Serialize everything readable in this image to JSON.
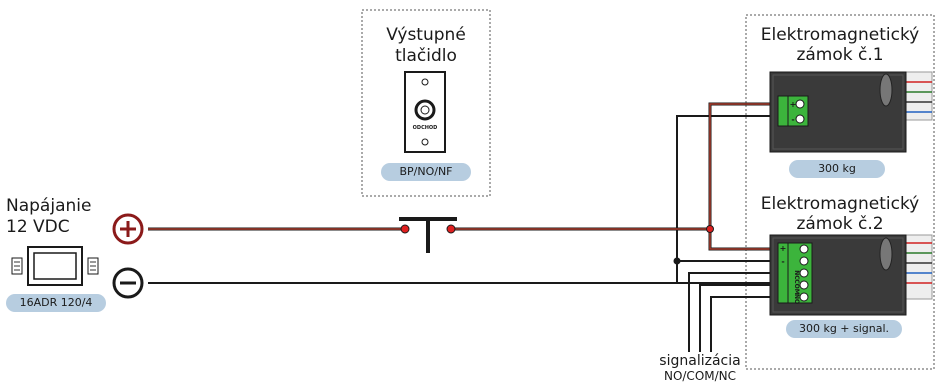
{
  "power_supply": {
    "title_line1": "Napájanie",
    "title_line2": "12 VDC",
    "model": "16ADR 120/4"
  },
  "terminals": {
    "plus": "+",
    "minus": "−"
  },
  "exit_button": {
    "title_line1": "Výstupné",
    "title_line2": "tlačidlo",
    "plate_text": "ODCHOD",
    "type": "BP/NO/NF"
  },
  "lock1": {
    "title_line1": "Elektromagnetický",
    "title_line2": "zámok č.1",
    "rating": "300 kg",
    "terminal_plus": "+",
    "terminal_minus": "-"
  },
  "lock2": {
    "title_line1": "Elektromagnetický",
    "title_line2": "zámok č.2",
    "rating": "300 kg + signal.",
    "terminal_plus": "+",
    "terminal_minus": "-",
    "contact_labels": [
      "NC",
      "COM",
      "NO"
    ]
  },
  "signaling": {
    "line1": "signalizácia",
    "line2": "NO/COM/NC"
  },
  "colors": {
    "wire_positive": "#8b1a1a",
    "wire_negative": "#1a1a1a",
    "terminal_green": "#3cb43c",
    "lock_body": "#3a3a3a",
    "pill": "#b7cde0",
    "junction_red": "#e02020"
  }
}
